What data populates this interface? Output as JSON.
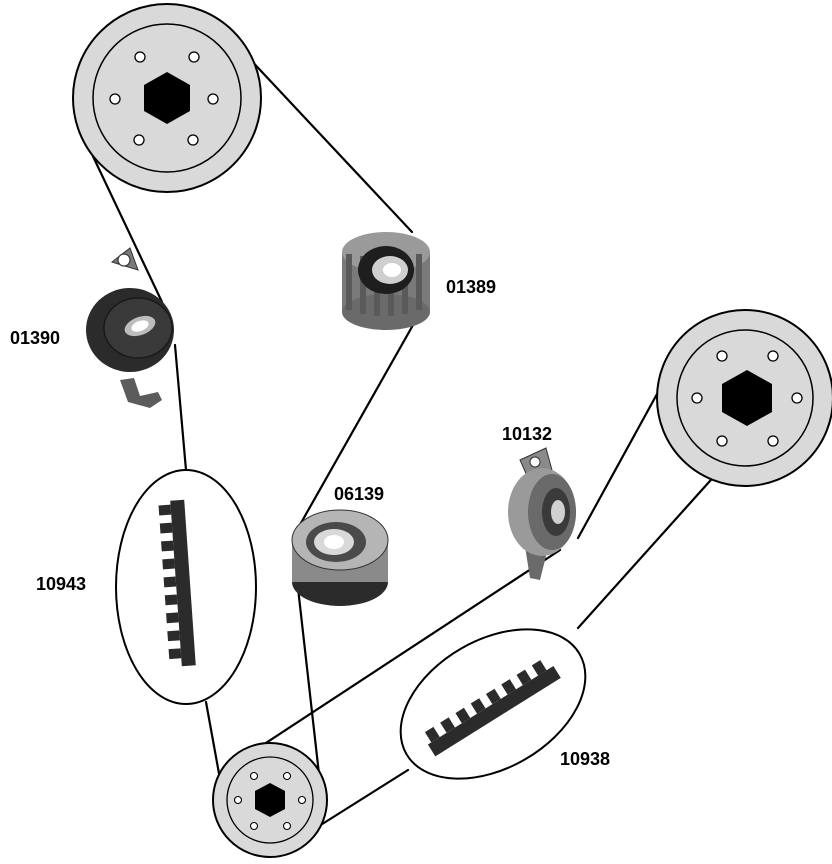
{
  "labels": {
    "tensioner_upper": "01390",
    "idler_toothed": "01389",
    "tensioner_right": "10132",
    "idler_smooth": "06139",
    "belt_left": "10943",
    "belt_right": "10938"
  },
  "colors": {
    "pulley_face": "#d9d9d9",
    "hub": "#000000",
    "belt_line": "#000000",
    "part_dark": "#2b2b2b",
    "part_mid": "#7a7a7a",
    "part_light": "#bdbdbd",
    "background": "#ffffff"
  }
}
